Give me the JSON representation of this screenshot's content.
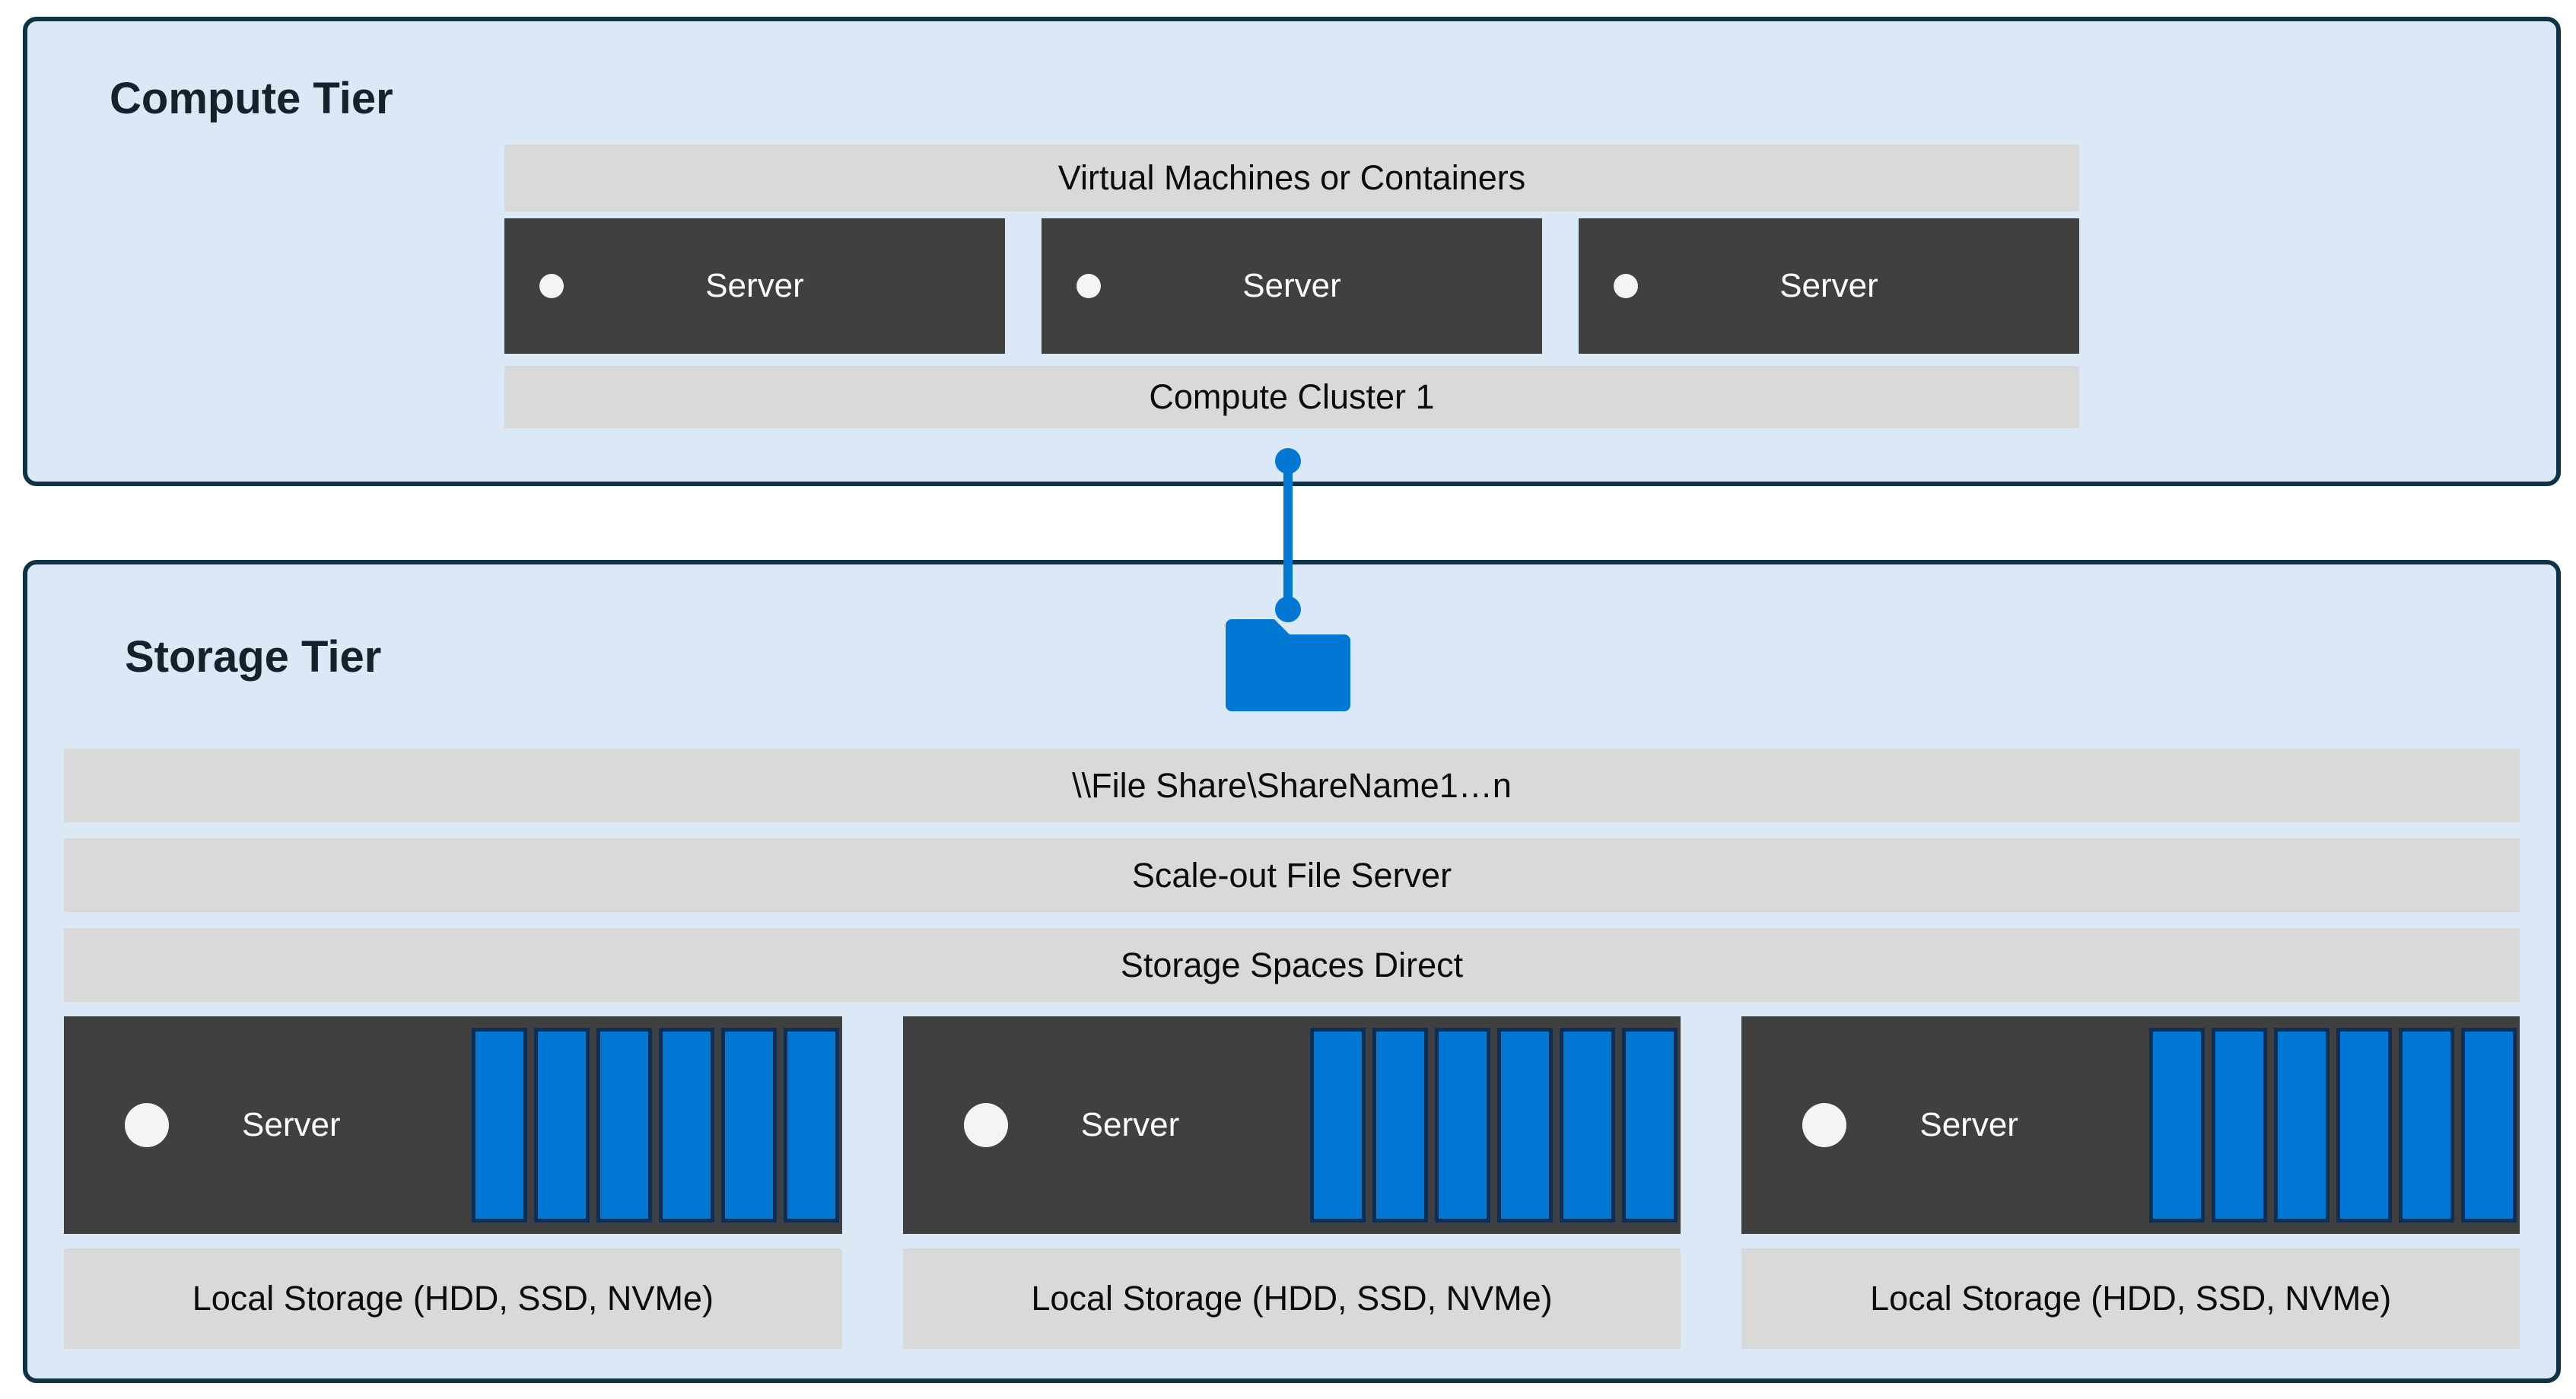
{
  "colors": {
    "tier_background": "#dbe9f7",
    "tier_border": "#0d3446",
    "bar_background": "#d9d9d9",
    "server_background": "#404040",
    "accent_blue": "#0078d4",
    "led_white": "#f4f4f4"
  },
  "compute_tier": {
    "title": "Compute Tier",
    "vm_bar_label": "Virtual Machines or Containers",
    "cluster_bar_label": "Compute Cluster 1",
    "servers": [
      {
        "label": "Server"
      },
      {
        "label": "Server"
      },
      {
        "label": "Server"
      }
    ]
  },
  "storage_tier": {
    "title": "Storage Tier",
    "file_share_label": "\\\\File Share\\ShareName1…n",
    "sofs_label": "Scale-out File Server",
    "s2d_label": "Storage Spaces Direct",
    "nodes": [
      {
        "server_label": "Server",
        "disk_count": 6,
        "local_storage_label": "Local Storage (HDD, SSD, NVMe)"
      },
      {
        "server_label": "Server",
        "disk_count": 6,
        "local_storage_label": "Local Storage (HDD, SSD, NVMe)"
      },
      {
        "server_label": "Server",
        "disk_count": 6,
        "local_storage_label": "Local Storage (HDD, SSD, NVMe)"
      }
    ]
  }
}
